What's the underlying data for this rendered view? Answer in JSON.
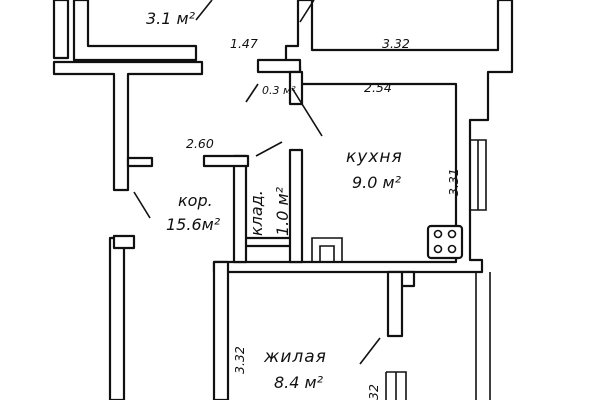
{
  "rooms": {
    "bath_area": "3.1 м²",
    "small_area": "0.3 м²",
    "kitchen_name": "кухня",
    "kitchen_area": "9.0 м²",
    "corridor_name": "кор.",
    "corridor_area": "15.6м²",
    "closet_name": "клад.",
    "closet_area": "1.0 м²",
    "living_name": "жилая",
    "living_area": "8.4 м²"
  },
  "dimensions": {
    "d_147": "1.47",
    "d_332_top": "3.32",
    "d_254": "2.54",
    "d_260": "2.60",
    "d_331": "3.31",
    "d_332_left": "3.32",
    "d_32_partial": "32"
  }
}
